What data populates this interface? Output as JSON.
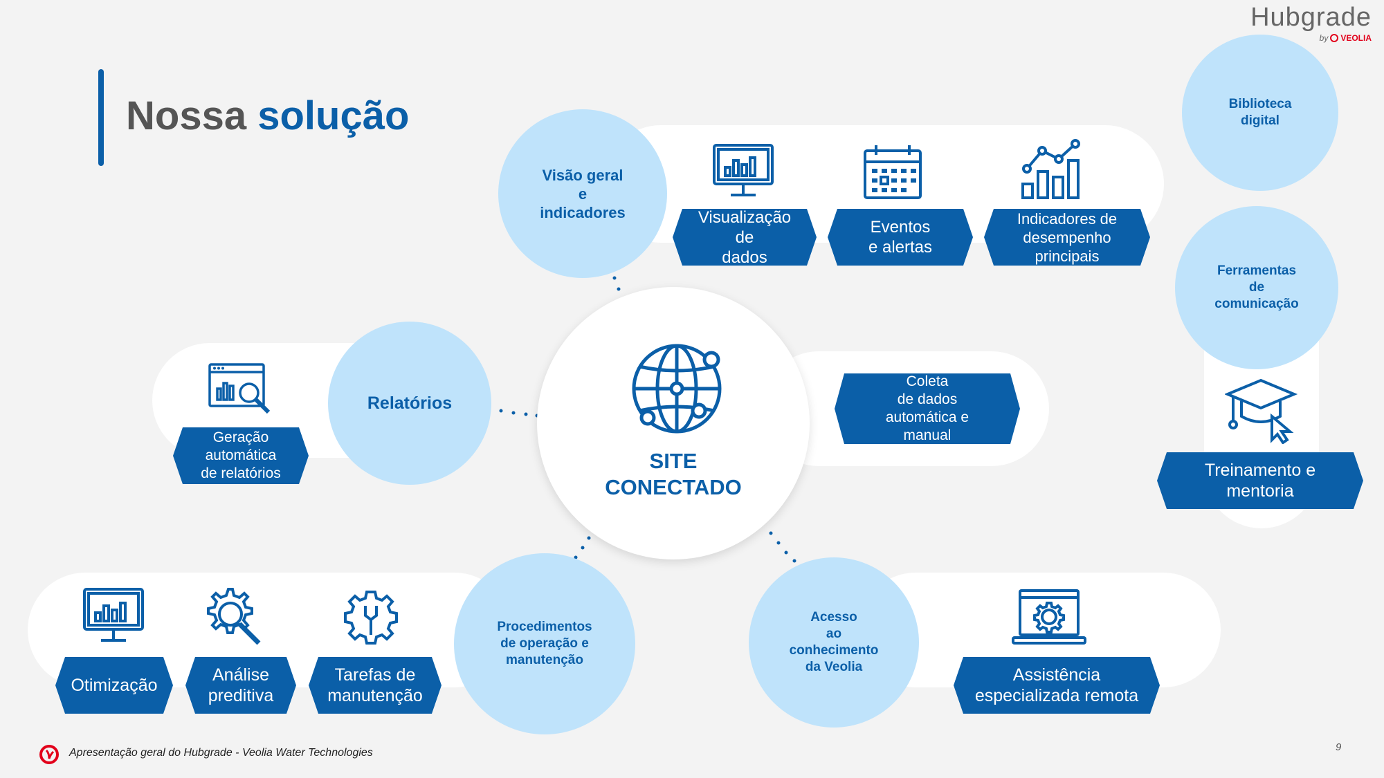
{
  "header": {
    "title_part1": "Nossa",
    "title_part2": "solução",
    "brand": "Hubgrade",
    "brand_by": "by",
    "brand_company": "VEOLIA"
  },
  "center": {
    "line1": "SITE",
    "line2": "CONECTADO"
  },
  "circles": {
    "visao": "Visão geral\ne\nindicadores",
    "relatorios": "Relatórios",
    "procedimentos": "Procedimentos\nde operação e\nmanutenção",
    "acesso": "Acesso\nao\nconhecimento\nda Veolia",
    "biblioteca": "Biblioteca\ndigital",
    "ferramentas": "Ferramentas\nde\ncomunicação"
  },
  "tags": {
    "visualizacao": "Visualização\nde\ndados",
    "eventos": "Eventos\ne alertas",
    "indicadores": "Indicadores de\ndesempenho\nprincipais",
    "geracao": "Geração\nautomática\nde relatórios",
    "coleta": "Coleta\nde dados\nautomática e\nmanual",
    "treinamento": "Treinamento e\nmentoria",
    "otimizacao": "Otimização",
    "analise": "Análise\npreditiva",
    "tarefas": "Tarefas de\nmanutenção",
    "assistencia": "Assistência\nespecializada remota"
  },
  "footer": {
    "text": "Apresentação geral do Hubgrade - Veolia Water Technologies",
    "page_number": "9"
  },
  "colors": {
    "primary": "#0b5fa8",
    "circle": "#bfe3fb",
    "background": "#f3f3f3",
    "logo_red": "#e2001a"
  }
}
